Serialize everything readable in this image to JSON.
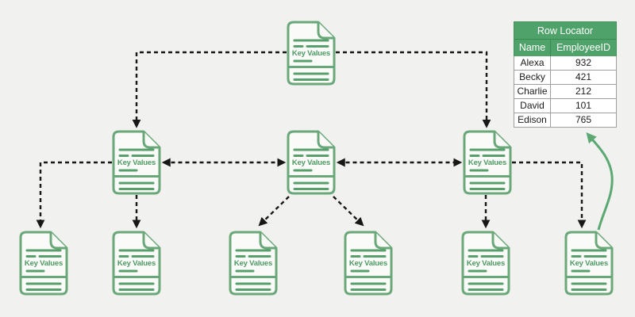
{
  "diagram": {
    "doc_label": "Key Values",
    "colors": {
      "background": "#f1f1ef",
      "doc_stroke": "#6aa87a",
      "doc_fill": "#fafbf9",
      "doc_lines": "#58a06b",
      "doc_text": "#4d9963",
      "connector": "#171717",
      "locator_arrow": "#5ba873",
      "table_header": "#4fa36a"
    }
  },
  "table": {
    "title": "Row Locator",
    "columns": [
      "Name",
      "EmployeeID"
    ],
    "rows": [
      [
        "Alexa",
        "932"
      ],
      [
        "Becky",
        "421"
      ],
      [
        "Charlie",
        "212"
      ],
      [
        "David",
        "101"
      ],
      [
        "Edison",
        "765"
      ]
    ]
  }
}
